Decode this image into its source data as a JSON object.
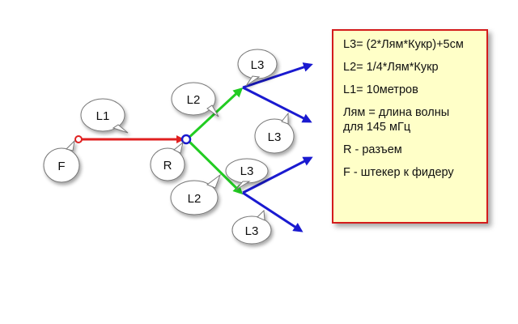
{
  "labels": {
    "L1": "L1",
    "L2": "L2",
    "L3": "L3",
    "F": "F",
    "R": "R"
  },
  "legend": {
    "lines": [
      "L3= (2*Лям*Кукр)+5см",
      "L2= 1/4*Лям*Кукр",
      "L1= 10метров",
      "Лям = длина волны\nдля 145 мГц",
      "R - разъем",
      "F - штекер к фидеру"
    ]
  },
  "colors": {
    "feed_line": "#e02020",
    "l2_arms": "#22cc22",
    "l3_arms": "#1a1ad0",
    "legend_border": "#d41c1c",
    "legend_bg": "#ffffc8",
    "connector_ring": "#1a1ad0",
    "plug_ring": "#e02020"
  }
}
